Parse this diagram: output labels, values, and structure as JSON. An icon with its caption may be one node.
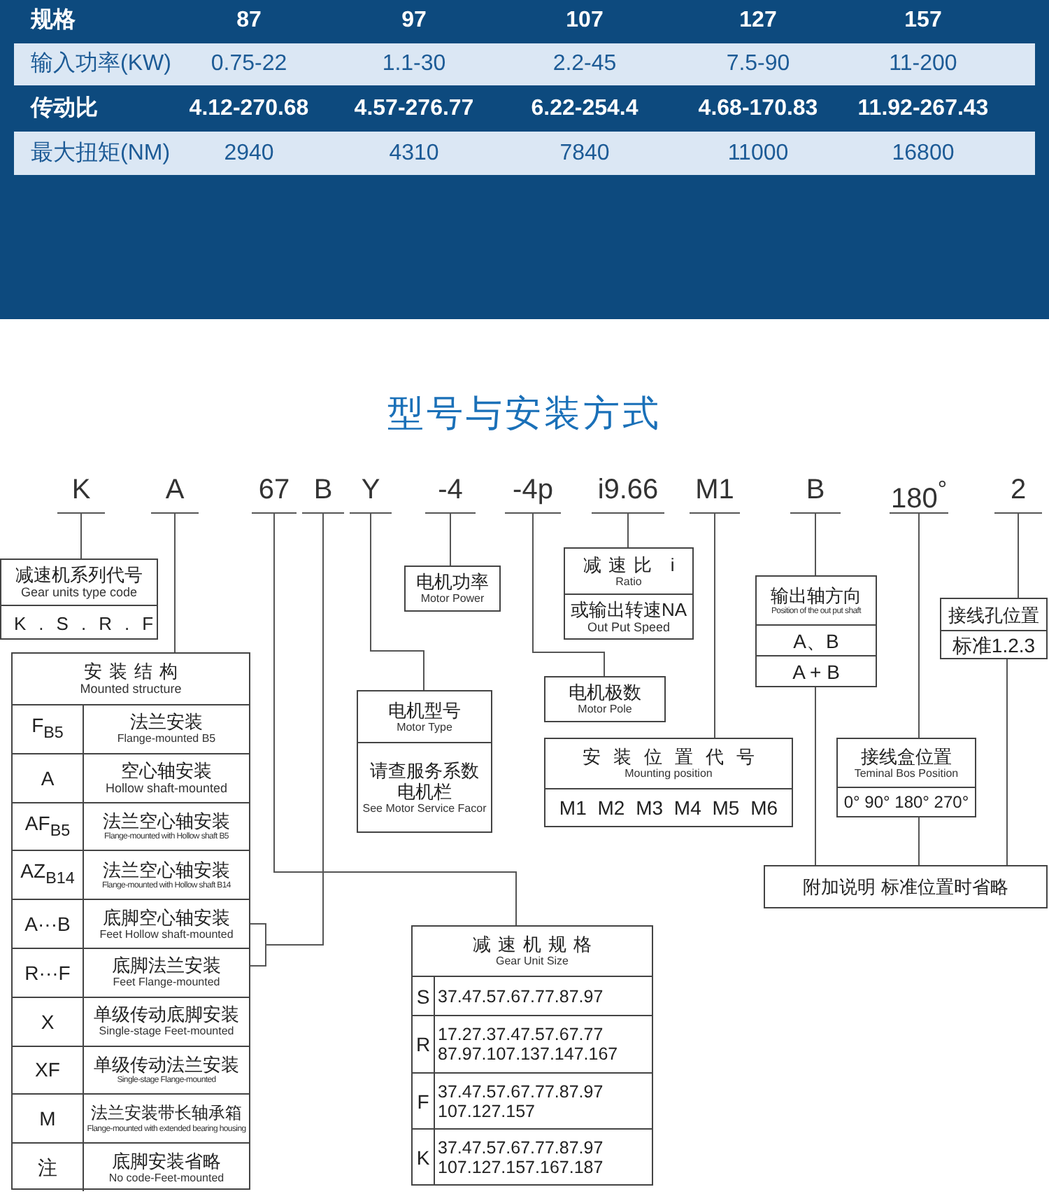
{
  "diagram": {
    "title": "型号与安装方式",
    "nodes": [
      {
        "text": [
          "K"
        ]
      },
      {
        "text": [
          "A"
        ]
      },
      {
        "text": [
          "67"
        ]
      },
      {
        "text": [
          "B"
        ]
      },
      {
        "text": [
          "Y"
        ]
      },
      {
        "text": [
          "-4"
        ]
      },
      {
        "text": [
          "-4p"
        ]
      },
      {
        "text": [
          "i9.66"
        ]
      },
      {
        "text": [
          "M1"
        ]
      },
      {
        "text": [
          "B"
        ]
      },
      {
        "text": [
          "180$^{°}$"
        ]
      },
      {
        "text": [
          "2"
        ]
      },
      {
        "text": [
          "减速机系列代号",
          "Gear units type code",
          "K.S.R.F"
        ]
      },
      {
        "text": [
          "安装结构",
          "Mounted structure",
          "F$_{B5}$",
          "法兰安装",
          "Flange-mounted B5",
          "A",
          "空心轴安装",
          "Hollow shaft-mounted",
          "AF$_{B5}$",
          "法兰空心轴安装",
          "Flange-mounted with Hollow shaft B5",
          "AZ$_{B14}$",
          "法兰空心轴安装",
          "Flange-mounted with Hollow shaft B14",
          "A···B",
          "底脚空心轴安装",
          "Feet Hollow shaft-mounted",
          "R···F",
          "底脚法兰安装",
          "Feet Flange-mounted",
          "X",
          "单级传动底脚安装",
          "Single-stage Feet-mounted",
          "XF",
          "单级传动法兰安装",
          "Single-stage Flange-mounted",
          "M",
          "法兰安装带长轴承箱",
          "Flange-mounted with extended bearing housing",
          "注",
          "底脚安装省略",
          "No code-Feet-mounted"
        ]
      },
      {
        "text": [
          "电机功率",
          "Motor Power"
        ]
      },
      {
        "text": [
          "电机型号",
          "Motor Type",
          "请查服务系数电机栏",
          "See Motor Service Facor"
        ]
      },
      {
        "text": [
          "减速比 i",
          "Ratio",
          "或输出转速NA",
          "Out Put Speed"
        ]
      },
      {
        "text": [
          "电机极数",
          "Motor Pole"
        ]
      },
      {
        "text": [
          "安装位置代号",
          "Mounting position",
          "M1 M2 M3 M4 M5 M6"
        ]
      },
      {
        "text": [
          "输出轴方向",
          "Position of the out put shaft",
          "A、B",
          "A + B"
        ]
      },
      {
        "text": [
          "接线盒位置",
          "Teminal Bos Position",
          "0° 90° 180° 270°"
        ]
      },
      {
        "text": [
          "接线孔位置",
          "标准1.2.3"
        ]
      },
      {
        "text": [
          "附加说明 标准位置时省略"
        ]
      },
      {
        "text": [
          "减速机规格",
          "Gear Unit Size",
          "S",
          "37.47.57.67.77.87.97",
          "R",
          "17.27.37.47.57.67.77 87.97.107.137.147.167",
          "F",
          "37.47.57.67.77.87.97 107.127.157",
          "K",
          "37.47.57.67.77.87.97 107.127.157.167.187"
        ]
      }
    ],
    "edges": [
      {
        "from": 0,
        "to": 12,
        "arrow": "none"
      },
      {
        "from": 1,
        "to": 13,
        "arrow": "none"
      },
      {
        "from": 2,
        "to": 23,
        "arrow": "none"
      },
      {
        "from": 3,
        "to": 13,
        "arrow": "none"
      },
      {
        "from": 4,
        "to": 15,
        "arrow": "none"
      },
      {
        "from": 5,
        "to": 14,
        "arrow": "none"
      },
      {
        "from": 6,
        "to": 17,
        "arrow": "none"
      },
      {
        "from": 7,
        "to": 16,
        "arrow": "none"
      },
      {
        "from": 8,
        "to": 18,
        "arrow": "none"
      },
      {
        "from": 9,
        "to": 19,
        "arrow": "none"
      },
      {
        "from": 10,
        "to": 20,
        "arrow": "none"
      },
      {
        "from": 11,
        "to": 21,
        "arrow": "none"
      },
      {
        "from": 19,
        "to": 22,
        "arrow": "none"
      },
      {
        "from": 20,
        "to": 22,
        "arrow": "none"
      },
      {
        "from": 21,
        "to": 22,
        "arrow": "none"
      }
    ],
    "labels": [
      "规格",
      "87",
      "97",
      "107",
      "127",
      "157",
      "输入功率(KW)",
      "0.75-22",
      "1.1-30",
      "2.2-45",
      "7.5-90",
      "11-200",
      "传动比",
      "4.12-270.68",
      "4.57-276.77",
      "6.22-254.4",
      "4.68-170.83",
      "11.92-267.43",
      "最大扭矩(NM)",
      "2940",
      "4310",
      "7840",
      "11000",
      "16800"
    ]
  }
}
